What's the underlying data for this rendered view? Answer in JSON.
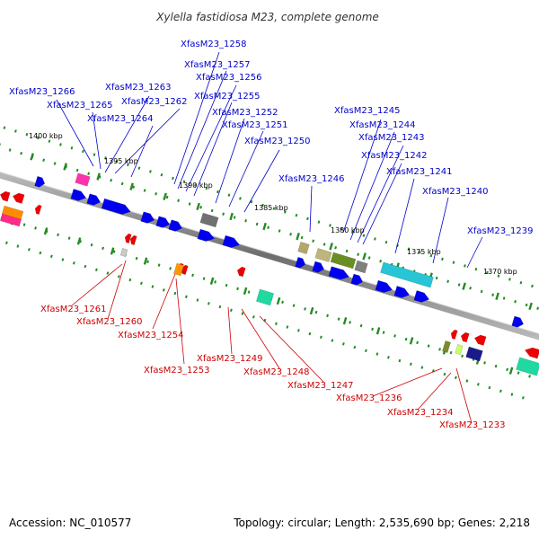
{
  "title": "Xylella fastidiosa M23, complete genome",
  "footer": {
    "accession": "Accession: NC_010577",
    "summary": "Topology: circular; Length: 2,535,690 bp; Genes: 2,218"
  },
  "kbp_ticks": [
    "1400 kbp",
    "1395 kbp",
    "1390 kbp",
    "1385 kbp",
    "1380 kbp",
    "1375 kbp",
    "1370 kbp"
  ],
  "top_labels": [
    "XfasM23_1258",
    "XfasM23_1257",
    "XfasM23_1256",
    "XfasM23_1266",
    "XfasM23_1263",
    "XfasM23_1265",
    "XfasM23_1262",
    "XfasM23_1255",
    "XfasM23_1264",
    "XfasM23_1252",
    "XfasM23_1251",
    "XfasM23_1250",
    "XfasM23_1246",
    "XfasM23_1245",
    "XfasM23_1244",
    "XfasM23_1243",
    "XfasM23_1242",
    "XfasM23_1241",
    "XfasM23_1240",
    "XfasM23_1239"
  ],
  "bottom_labels": [
    "XfasM23_1261",
    "XfasM23_1260",
    "XfasM23_1254",
    "XfasM23_1253",
    "XfasM23_1249",
    "XfasM23_1248",
    "XfasM23_1247",
    "XfasM23_1236",
    "XfasM23_1234",
    "XfasM23_1233"
  ],
  "colors": {
    "top_label": "#0000cc",
    "bottom_label": "#cc0000",
    "forward_gene": "#0000ee",
    "reverse_gene": "#ee0000",
    "backbone": "#888888",
    "tick": "#228b22"
  }
}
